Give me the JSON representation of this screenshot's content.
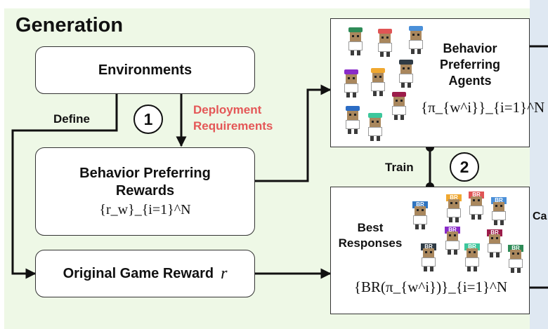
{
  "section_title": "Generation",
  "boxes": {
    "environments": "Environments",
    "bp_rewards": {
      "line1": "Behavior Preferring",
      "line2": "Rewards",
      "math": "{r_w}_{i=1}^N"
    },
    "original_reward": {
      "text": "Original Game Reward",
      "math": "r"
    },
    "bp_agents": {
      "line1": "Behavior",
      "line2": "Preferring",
      "line3": "Agents",
      "math": "{π_{w^i}}_{i=1}^N"
    },
    "best_responses": {
      "line1": "Best",
      "line2": "Responses",
      "math": "{BR(π_{w^i})}_{i=1}^N"
    }
  },
  "labels": {
    "define": "Define",
    "deployment_line1": "Deployment",
    "deployment_line2": "Requirements",
    "train": "Train",
    "cut_text": "Ca"
  },
  "steps": {
    "one": "1",
    "two": "2"
  },
  "colors": {
    "background": "#eef8e6",
    "deployment_text": "#e45757",
    "agent_caps": [
      "#2e8b57",
      "#e05555",
      "#4a8fd8",
      "#8a2bc9",
      "#f0a830",
      "#2f3b45",
      "#9c1c4a",
      "#2b6cc4",
      "#3cc79c"
    ],
    "br_caps": [
      "#2f74c0",
      "#f0a830",
      "#e05555",
      "#4a8fd8",
      "#8a2bc9",
      "#9c1c4a",
      "#2f3b45",
      "#3cc79c",
      "#2e8b57"
    ]
  },
  "icons": {
    "agent": "pixel-agent-icon",
    "best_response_agent": "pixel-br-agent-icon"
  },
  "br_tag": "BR"
}
